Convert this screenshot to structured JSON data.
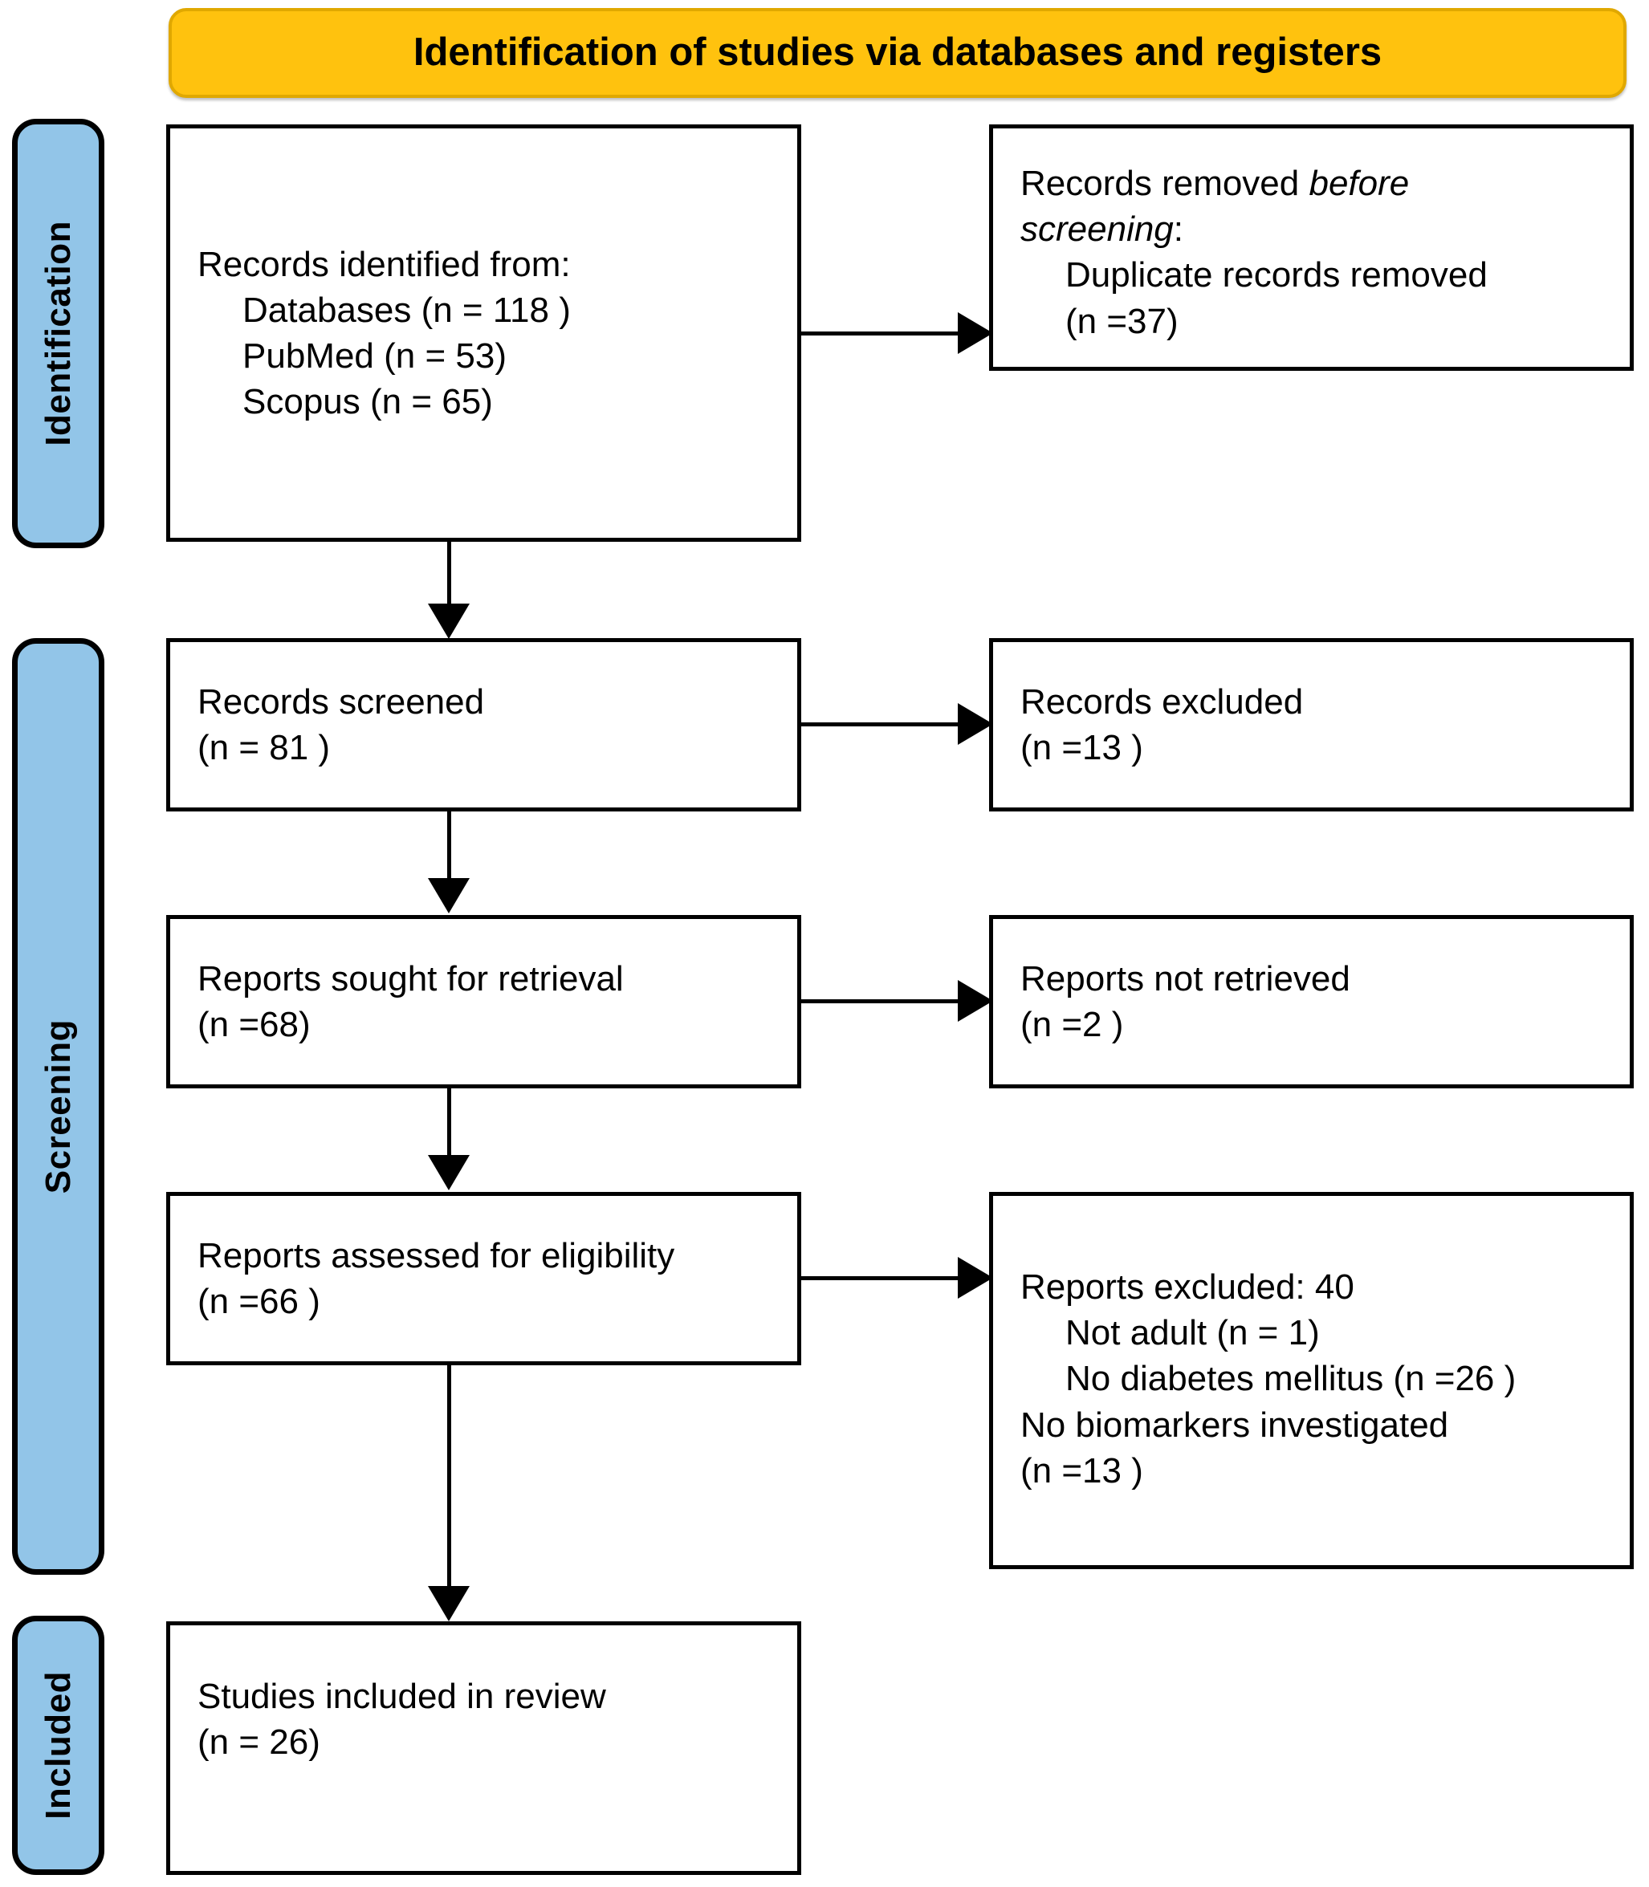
{
  "banner": {
    "title": "Identification of studies via databases and registers",
    "fill_color": "#FFC20E"
  },
  "phases": [
    {
      "id": "identification",
      "label": "Identification",
      "fill_color": "#92C5E8"
    },
    {
      "id": "screening",
      "label": "Screening",
      "fill_color": "#92C5E8"
    },
    {
      "id": "included",
      "label": "Included",
      "fill_color": "#92C5E8"
    }
  ],
  "boxes": {
    "records_identified": {
      "lines": [
        "Records identified from:",
        "Databases (n = 118 )",
        "PubMed (n = 53)",
        "Scopus (n = 65)"
      ]
    },
    "records_removed": {
      "line1_pre": "Records removed ",
      "line1_ital": "before",
      "line2_ital": "screening",
      "line2_post": ":",
      "line3": "Duplicate records removed",
      "line4": "(n =37)"
    },
    "records_screened": {
      "lines": [
        "Records screened",
        "(n = 81 )"
      ]
    },
    "records_excluded": {
      "lines": [
        "Records excluded",
        "(n =13 )"
      ]
    },
    "reports_sought": {
      "lines": [
        "Reports sought for retrieval",
        "(n =68)"
      ]
    },
    "reports_not_retrieved": {
      "lines": [
        "Reports not retrieved",
        "(n =2 )"
      ]
    },
    "reports_assessed": {
      "lines": [
        "Reports assessed for eligibility",
        "(n =66 )"
      ]
    },
    "reports_excluded": {
      "heading": "Reports excluded: 40",
      "reasons": [
        "Not adult (n = 1)",
        "No diabetes mellitus (n =26 )",
        "No biomarkers investigated",
        "(n =13 )"
      ]
    },
    "studies_included": {
      "lines": [
        "Studies included in review",
        "(n = 26)"
      ]
    }
  }
}
